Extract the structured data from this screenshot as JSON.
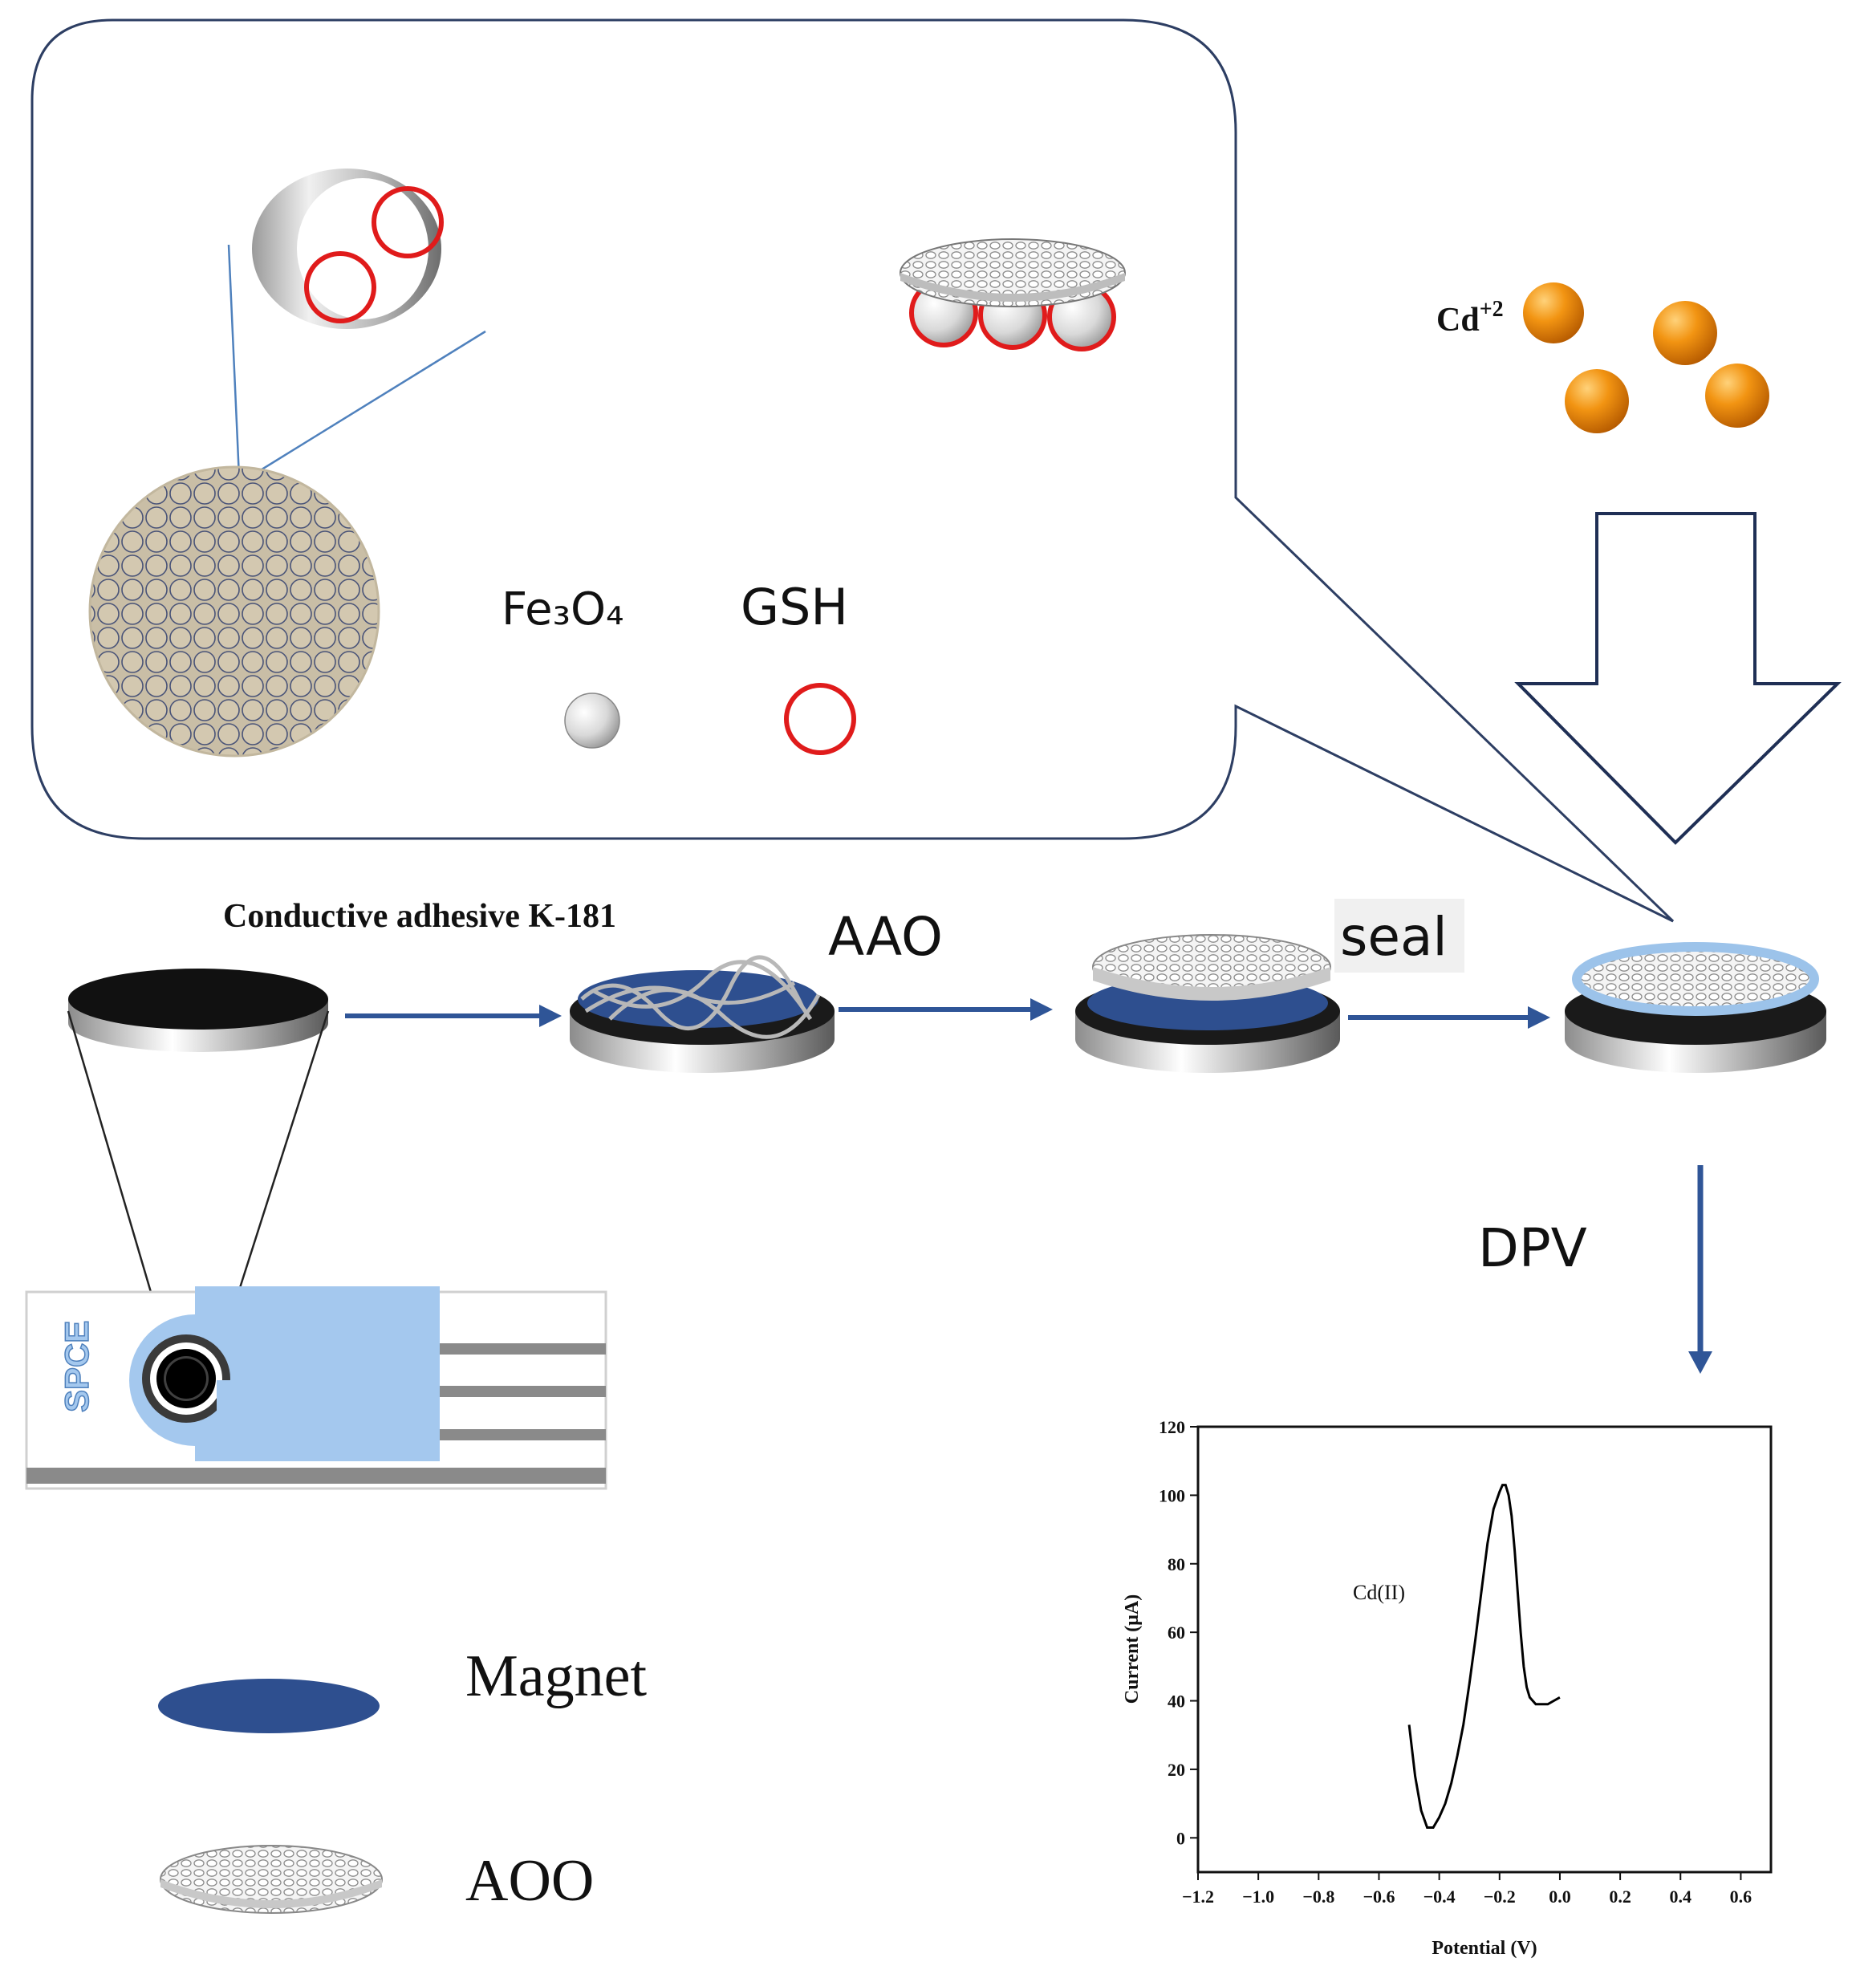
{
  "labels": {
    "cd_ion": "Cd",
    "cd_charge": "+2",
    "fe3o4": "Fe₃O₄",
    "gsh": "GSH",
    "adhesive": "Conductive adhesive K-181",
    "aao": "AAO",
    "seal": "seal",
    "dpv": "DPV",
    "spce": "SPCE",
    "legend_magnet": "Magnet",
    "legend_aoo": "AOO"
  },
  "colors": {
    "outline": "#2d3e63",
    "gsh_red": "#e01b1b",
    "arrow_blue": "#2f5597",
    "magnet_blue": "#2e4f8f",
    "cd_orange": "#f08c10",
    "spce_blue": "#a4c8ee",
    "seal_ring": "#9cc3ea",
    "bead_fill": "#c8bda5",
    "curve": "#000000"
  },
  "chart_data": {
    "type": "line",
    "title": "",
    "xlabel": "Potential (V)",
    "ylabel": "Current (μA)",
    "annotation": "Cd(II)",
    "xlim": [
      -1.2,
      0.7
    ],
    "ylim": [
      -10,
      120
    ],
    "xticks": [
      "-1.2",
      "-1.0",
      "-0.8",
      "-0.6",
      "-0.4",
      "-0.2",
      "0.0",
      "0.2",
      "0.4",
      "0.6"
    ],
    "yticks": [
      "0",
      "20",
      "40",
      "60",
      "80",
      "100",
      "120"
    ],
    "grid": false,
    "series": [
      {
        "x": [
          -0.5,
          -0.48,
          -0.46,
          -0.44,
          -0.42,
          -0.4,
          -0.38,
          -0.36,
          -0.34,
          -0.32,
          -0.3,
          -0.28,
          -0.26,
          -0.24,
          -0.22,
          -0.2,
          -0.19,
          -0.18,
          -0.17,
          -0.16,
          -0.15,
          -0.14,
          -0.13,
          -0.12,
          -0.11,
          -0.1,
          -0.08,
          -0.06,
          -0.04,
          -0.02,
          0.0
        ],
        "y": [
          33,
          18,
          8,
          3,
          3,
          6,
          10,
          16,
          24,
          33,
          45,
          58,
          72,
          86,
          96,
          101,
          103,
          103,
          100,
          94,
          84,
          72,
          60,
          50,
          44,
          41,
          39,
          39,
          39,
          40,
          41
        ]
      }
    ]
  }
}
